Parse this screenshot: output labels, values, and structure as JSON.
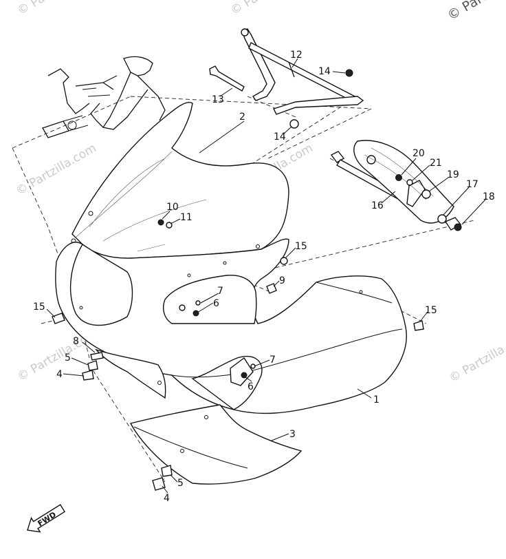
{
  "watermarks": {
    "top_right": "© Partzilla.com",
    "repeat": "© Partzilla.com"
  },
  "callouts": [
    "1",
    "2",
    "3",
    "4",
    "4",
    "5",
    "5",
    "6",
    "6",
    "7",
    "7",
    "8",
    "9",
    "10",
    "11",
    "12",
    "13",
    "14",
    "14",
    "15",
    "15",
    "15",
    "16",
    "17",
    "18",
    "19",
    "20",
    "21"
  ],
  "fwd_label": "FWD"
}
